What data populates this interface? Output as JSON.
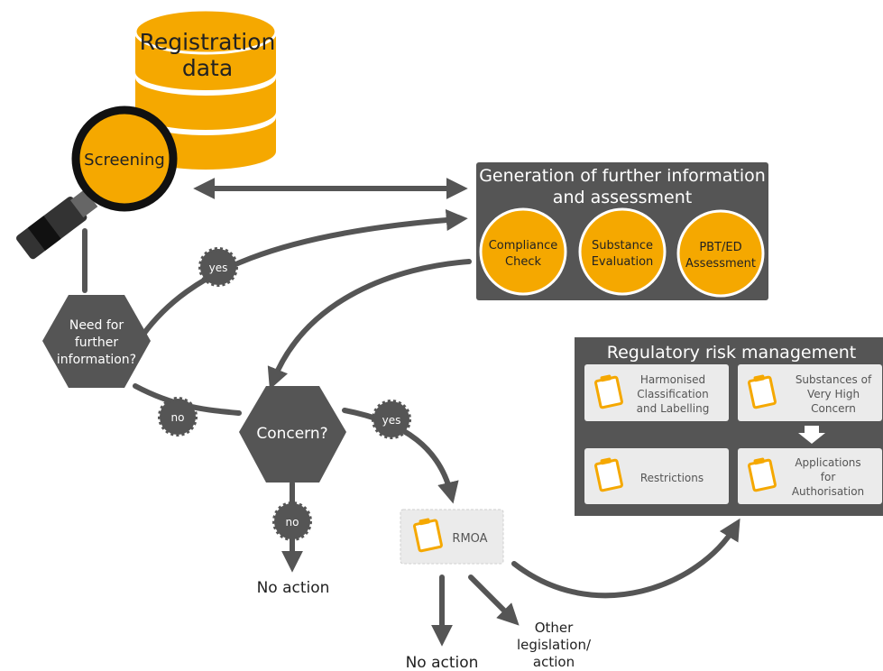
{
  "database": {
    "label_line1": "Registration",
    "label_line2": "data"
  },
  "screening": {
    "label": "Screening"
  },
  "generation": {
    "title_line1": "Generation of further information",
    "title_line2": "and assessment",
    "circles": [
      {
        "line1": "Compliance",
        "line2": "Check"
      },
      {
        "line1": "Substance",
        "line2": "Evaluation"
      },
      {
        "line1": "PBT/ED",
        "line2": "Assessment"
      }
    ]
  },
  "need_info": {
    "line1": "Need for",
    "line2": "further",
    "line3": "information?"
  },
  "concern": {
    "label": "Concern?"
  },
  "badges": {
    "yes_top": "yes",
    "no_left": "no",
    "yes_right": "yes",
    "no_down": "no"
  },
  "no_action_left": "No action",
  "rmoa": {
    "label": "RMOA"
  },
  "no_action_bottom": "No action",
  "other": {
    "line1": "Other",
    "line2": "legislation/",
    "line3": "action"
  },
  "risk": {
    "title": "Regulatory risk management",
    "items": [
      {
        "line1": "Harmonised",
        "line2": "Classification",
        "line3": "and Labelling"
      },
      {
        "line1": "Substances of",
        "line2": "Very High",
        "line3": "Concern"
      },
      {
        "line1": "Restrictions"
      },
      {
        "line1": "Applications",
        "line2": "for",
        "line3": "Authorisation"
      }
    ]
  },
  "colors": {
    "dark": "#555555",
    "orange": "#f5a800",
    "light_box": "#ebebeb"
  }
}
